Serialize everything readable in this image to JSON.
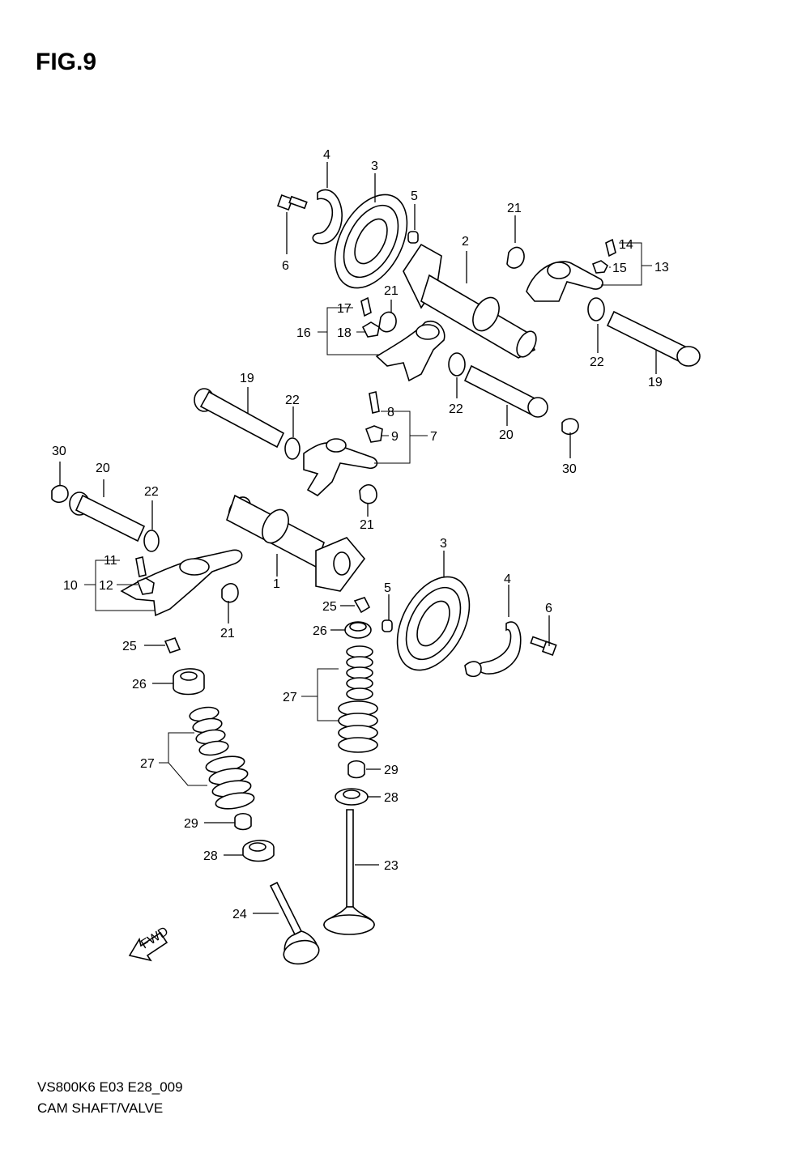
{
  "figure_title": "FIG.9",
  "model_code": "VS800K6 E03 E28_009",
  "section_name": "CAM SHAFT/VALVE",
  "fwd_label": "FWD",
  "callouts": {
    "c1": "1",
    "c2": "2",
    "c3a": "3",
    "c3b": "3",
    "c4a": "4",
    "c4b": "4",
    "c5a": "5",
    "c5b": "5",
    "c6a": "6",
    "c6b": "6",
    "c7": "7",
    "c8": "8",
    "c9": "9",
    "c10": "10",
    "c11": "11",
    "c12": "12",
    "c13": "13",
    "c14": "14",
    "c15": "15",
    "c16": "16",
    "c17": "17",
    "c18": "18",
    "c19a": "19",
    "c19b": "19",
    "c20a": "20",
    "c20b": "20",
    "c21a": "21",
    "c21b": "21",
    "c21c": "21",
    "c21d": "21",
    "c22a": "22",
    "c22b": "22",
    "c22c": "22",
    "c22d": "22",
    "c23": "23",
    "c24": "24",
    "c25a": "25",
    "c25b": "25",
    "c26a": "26",
    "c26b": "26",
    "c27a": "27",
    "c27b": "27",
    "c28a": "28",
    "c28b": "28",
    "c29a": "29",
    "c29b": "29",
    "c30a": "30",
    "c30b": "30"
  }
}
